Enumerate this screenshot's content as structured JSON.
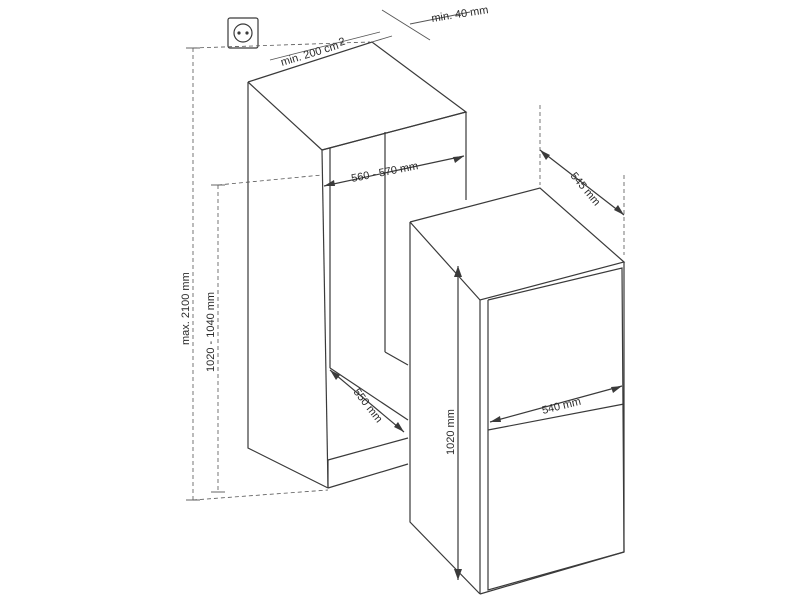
{
  "labels": {
    "min_vent_area": "min. 200 cm",
    "min_vent_area_sup": "2",
    "min_gap": "min. 40 mm",
    "niche_width": "560 - 570 mm",
    "niche_depth": "550 mm",
    "niche_height": "1020 - 1040 mm",
    "max_height": "max. 2100 mm",
    "appliance_depth": "545 mm",
    "appliance_width": "540 mm",
    "appliance_height": "1020 mm"
  },
  "icons": {
    "socket": "power-socket-icon"
  },
  "colors": {
    "line": "#3a3a3a",
    "text": "#2a2a2a",
    "background": "#ffffff"
  }
}
